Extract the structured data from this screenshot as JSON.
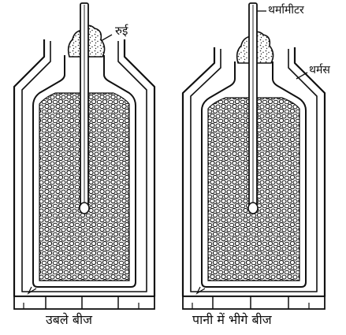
{
  "labels": {
    "cotton": "रुई",
    "thermometer": "थर्मामीटर",
    "thermos": "थर्मस",
    "left_caption": "उबले बीज",
    "right_caption": "पानी में भीगे बीज"
  },
  "colors": {
    "ink": "#111111",
    "paper": "#ffffff"
  }
}
